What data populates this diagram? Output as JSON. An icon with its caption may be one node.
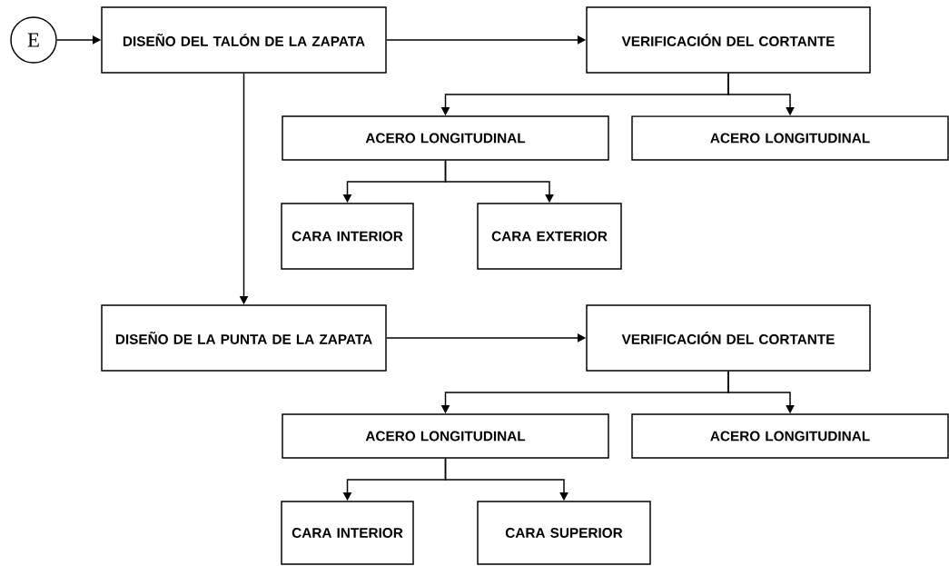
{
  "diagram": {
    "nodes": [
      {
        "text": [
          "E"
        ]
      },
      {
        "text": [
          "DISEÑO DEL TALÓN DE LA ZAPATA"
        ]
      },
      {
        "text": [
          "VERIFICACIÓN DEL CORTANTE"
        ]
      },
      {
        "text": [
          "ACERO LONGITUDINAL"
        ]
      },
      {
        "text": [
          "ACERO LONGITUDINAL"
        ]
      },
      {
        "text": [
          "CARA INTERIOR"
        ]
      },
      {
        "text": [
          "CARA EXTERIOR"
        ]
      },
      {
        "text": [
          "DISEÑO DE LA PUNTA DE LA ZAPATA"
        ]
      },
      {
        "text": [
          "VERIFICACIÓN DEL CORTANTE"
        ]
      },
      {
        "text": [
          "ACERO LONGITUDINAL"
        ]
      },
      {
        "text": [
          "ACERO LONGITUDINAL"
        ]
      },
      {
        "text": [
          "CARA INTERIOR"
        ]
      },
      {
        "text": [
          "CARA SUPERIOR"
        ]
      }
    ],
    "edges": [
      {
        "from": 0,
        "to": 1,
        "arrow": "to"
      },
      {
        "from": 1,
        "to": 2,
        "arrow": "to"
      },
      {
        "from": 2,
        "to": 3,
        "arrow": "to"
      },
      {
        "from": 2,
        "to": 4,
        "arrow": "to"
      },
      {
        "from": 3,
        "to": 5,
        "arrow": "to"
      },
      {
        "from": 3,
        "to": 6,
        "arrow": "to"
      },
      {
        "from": 1,
        "to": 7,
        "arrow": "to"
      },
      {
        "from": 7,
        "to": 8,
        "arrow": "to"
      },
      {
        "from": 8,
        "to": 9,
        "arrow": "to"
      },
      {
        "from": 8,
        "to": 10,
        "arrow": "to"
      },
      {
        "from": 9,
        "to": 11,
        "arrow": "to"
      },
      {
        "from": 9,
        "to": 12,
        "arrow": "to"
      }
    ]
  }
}
